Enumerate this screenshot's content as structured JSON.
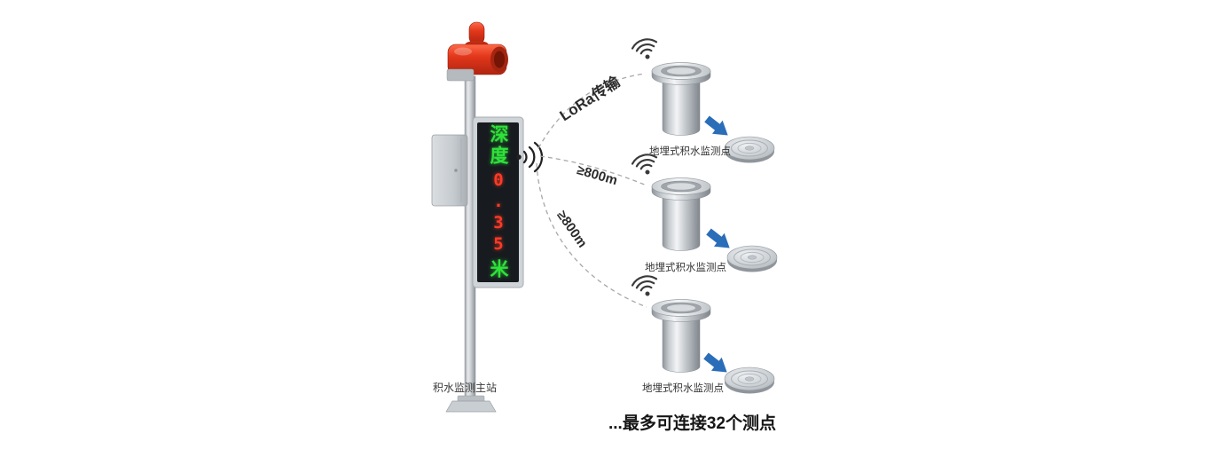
{
  "station": {
    "label": "积水监测主站",
    "display": {
      "depth_label": "深度",
      "value": "0.35",
      "unit": "米"
    }
  },
  "links": [
    {
      "label": "LoRa传输"
    },
    {
      "label": "≥800m"
    },
    {
      "label": "≥800m"
    }
  ],
  "sensors": [
    {
      "label": "地埋式积水监测点"
    },
    {
      "label": "地埋式积水监测点"
    },
    {
      "label": "地埋式积水监测点"
    }
  ],
  "footer": "...最多可连接32个测点",
  "colors": {
    "alarm_red": "#d93a20",
    "led_green": "#2fe23a",
    "led_red": "#ff3a26",
    "arrow_blue": "#2a6db8",
    "dash_gray": "#a8a8a8"
  }
}
